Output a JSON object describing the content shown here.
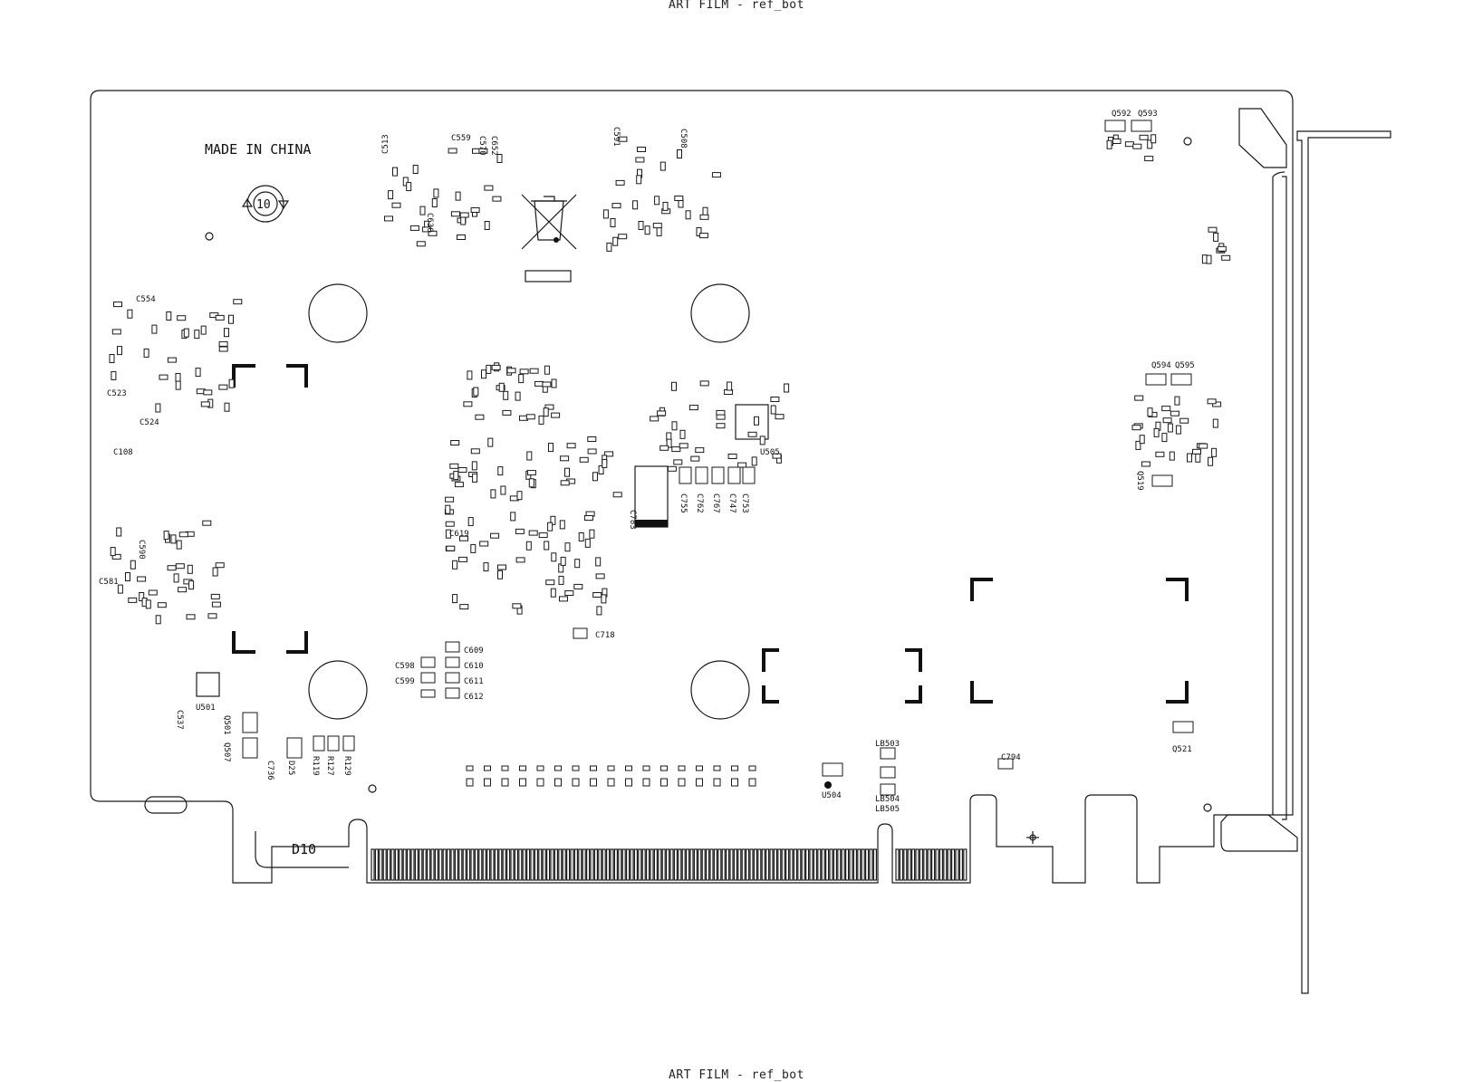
{
  "header_top": "ART FILM - ref_bot",
  "header_bottom": "ART FILM - ref_bot",
  "board": {
    "made_in": "MADE IN CHINA",
    "recycle_number": "10",
    "connector_label": "D10"
  },
  "labels": [
    {
      "id": "C559",
      "text": "C559"
    },
    {
      "id": "C570",
      "text": "C570"
    },
    {
      "id": "C652",
      "text": "C652"
    },
    {
      "id": "C513",
      "text": "C513"
    },
    {
      "id": "C630",
      "text": "C630"
    },
    {
      "id": "C591",
      "text": "C591"
    },
    {
      "id": "C508",
      "text": "C508"
    },
    {
      "id": "C554",
      "text": "C554"
    },
    {
      "id": "C523",
      "text": "C523"
    },
    {
      "id": "C524",
      "text": "C524"
    },
    {
      "id": "C108",
      "text": "C108"
    },
    {
      "id": "C590",
      "text": "C590"
    },
    {
      "id": "C581",
      "text": "C581"
    },
    {
      "id": "U501",
      "text": "U501"
    },
    {
      "id": "C537",
      "text": "C537"
    },
    {
      "id": "Q501",
      "text": "Q501"
    },
    {
      "id": "Q507",
      "text": "Q507"
    },
    {
      "id": "C736",
      "text": "C736"
    },
    {
      "id": "D25",
      "text": "D25"
    },
    {
      "id": "R119",
      "text": "R119"
    },
    {
      "id": "R127",
      "text": "R127"
    },
    {
      "id": "R129",
      "text": "R129"
    },
    {
      "id": "C619",
      "text": "C619"
    },
    {
      "id": "C718",
      "text": "C718"
    },
    {
      "id": "C609",
      "text": "C609"
    },
    {
      "id": "C598",
      "text": "C598"
    },
    {
      "id": "C610",
      "text": "C610"
    },
    {
      "id": "C599",
      "text": "C599"
    },
    {
      "id": "C611",
      "text": "C611"
    },
    {
      "id": "C612",
      "text": "C612"
    },
    {
      "id": "C783",
      "text": "C783"
    },
    {
      "id": "C755",
      "text": "C755"
    },
    {
      "id": "C762",
      "text": "C762"
    },
    {
      "id": "C767",
      "text": "C767"
    },
    {
      "id": "C747",
      "text": "C747"
    },
    {
      "id": "C753",
      "text": "C753"
    },
    {
      "id": "U505",
      "text": "U505"
    },
    {
      "id": "Q592",
      "text": "Q592"
    },
    {
      "id": "Q593",
      "text": "Q593"
    },
    {
      "id": "Q594",
      "text": "Q594"
    },
    {
      "id": "Q595",
      "text": "Q595"
    },
    {
      "id": "Q519",
      "text": "Q519"
    },
    {
      "id": "Q521",
      "text": "Q521"
    },
    {
      "id": "LB503",
      "text": "LB503"
    },
    {
      "id": "LB504",
      "text": "LB504"
    },
    {
      "id": "LB505",
      "text": "LB505"
    },
    {
      "id": "C794",
      "text": "C794"
    },
    {
      "id": "U504",
      "text": "U504"
    }
  ]
}
